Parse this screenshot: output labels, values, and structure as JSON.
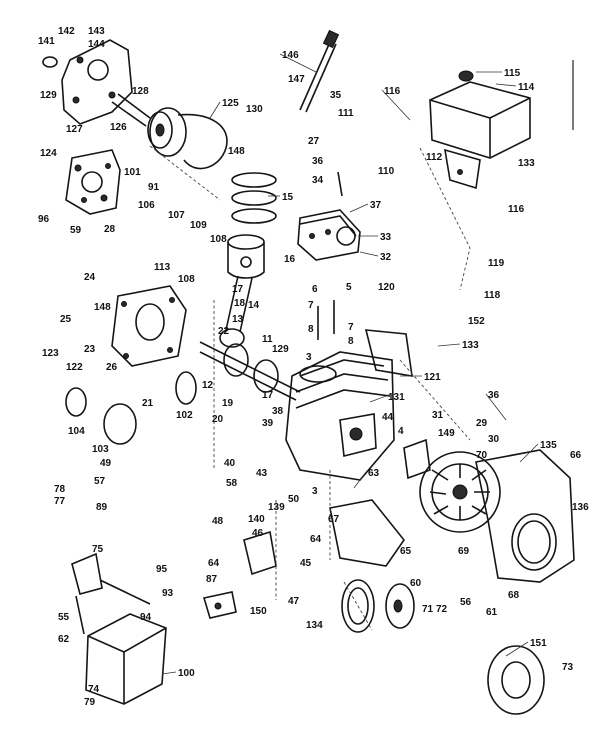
{
  "parts": [
    {
      "id": "141",
      "label": "141"
    },
    {
      "id": "142",
      "label": "142"
    },
    {
      "id": "143",
      "label": "143"
    },
    {
      "id": "144a",
      "label": "144"
    },
    {
      "id": "146",
      "label": "146"
    },
    {
      "id": "147",
      "label": "147"
    },
    {
      "id": "35",
      "label": "35"
    },
    {
      "id": "116a",
      "label": "116"
    },
    {
      "id": "115",
      "label": "115"
    },
    {
      "id": "114",
      "label": "114"
    },
    {
      "id": "129a",
      "label": "129"
    },
    {
      "id": "128",
      "label": "128"
    },
    {
      "id": "125",
      "label": "125"
    },
    {
      "id": "130",
      "label": "130"
    },
    {
      "id": "111",
      "label": "111"
    },
    {
      "id": "127",
      "label": "127"
    },
    {
      "id": "126",
      "label": "126"
    },
    {
      "id": "148a",
      "label": "148"
    },
    {
      "id": "27",
      "label": "27"
    },
    {
      "id": "112",
      "label": "112"
    },
    {
      "id": "133a",
      "label": "133"
    },
    {
      "id": "124",
      "label": "124"
    },
    {
      "id": "101",
      "label": "101"
    },
    {
      "id": "36a",
      "label": "36"
    },
    {
      "id": "110",
      "label": "110"
    },
    {
      "id": "91",
      "label": "91"
    },
    {
      "id": "34",
      "label": "34"
    },
    {
      "id": "15a",
      "label": "15"
    },
    {
      "id": "37",
      "label": "37"
    },
    {
      "id": "96",
      "label": "96"
    },
    {
      "id": "59",
      "label": "59"
    },
    {
      "id": "106",
      "label": "106"
    },
    {
      "id": "116b",
      "label": "116"
    },
    {
      "id": "107",
      "label": "107"
    },
    {
      "id": "109",
      "label": "109"
    },
    {
      "id": "33",
      "label": "33"
    },
    {
      "id": "28",
      "label": "28"
    },
    {
      "id": "108a",
      "label": "108"
    },
    {
      "id": "113",
      "label": "113"
    },
    {
      "id": "32",
      "label": "32"
    },
    {
      "id": "108b",
      "label": "108"
    },
    {
      "id": "16",
      "label": "16"
    },
    {
      "id": "119",
      "label": "119"
    },
    {
      "id": "24",
      "label": "24"
    },
    {
      "id": "17a",
      "label": "17"
    },
    {
      "id": "6",
      "label": "6"
    },
    {
      "id": "5",
      "label": "5"
    },
    {
      "id": "118",
      "label": "118"
    },
    {
      "id": "148b",
      "label": "148"
    },
    {
      "id": "14",
      "label": "14"
    },
    {
      "id": "120",
      "label": "120"
    },
    {
      "id": "25",
      "label": "25"
    },
    {
      "id": "18",
      "label": "18"
    },
    {
      "id": "7a",
      "label": "7"
    },
    {
      "id": "152",
      "label": "152"
    },
    {
      "id": "13",
      "label": "13"
    },
    {
      "id": "23",
      "label": "23"
    },
    {
      "id": "22",
      "label": "22"
    },
    {
      "id": "8a",
      "label": "8"
    },
    {
      "id": "7b",
      "label": "7"
    },
    {
      "id": "11",
      "label": "11"
    },
    {
      "id": "123",
      "label": "123"
    },
    {
      "id": "26",
      "label": "26"
    },
    {
      "id": "129b",
      "label": "129"
    },
    {
      "id": "133b",
      "label": "133"
    },
    {
      "id": "3a",
      "label": "3"
    },
    {
      "id": "8b",
      "label": "8"
    },
    {
      "id": "122",
      "label": "122"
    },
    {
      "id": "121",
      "label": "121"
    },
    {
      "id": "12",
      "label": "12"
    },
    {
      "id": "17b",
      "label": "17"
    },
    {
      "id": "131",
      "label": "131"
    },
    {
      "id": "36b",
      "label": "36"
    },
    {
      "id": "21",
      "label": "21"
    },
    {
      "id": "19",
      "label": "19"
    },
    {
      "id": "102",
      "label": "102"
    },
    {
      "id": "104",
      "label": "104"
    },
    {
      "id": "20",
      "label": "20"
    },
    {
      "id": "38",
      "label": "38"
    },
    {
      "id": "39",
      "label": "39"
    },
    {
      "id": "44",
      "label": "44"
    },
    {
      "id": "31",
      "label": "31"
    },
    {
      "id": "29",
      "label": "29"
    },
    {
      "id": "4",
      "label": "4"
    },
    {
      "id": "149",
      "label": "149"
    },
    {
      "id": "30",
      "label": "30"
    },
    {
      "id": "135",
      "label": "135"
    },
    {
      "id": "103",
      "label": "103"
    },
    {
      "id": "40",
      "label": "40"
    },
    {
      "id": "43",
      "label": "43"
    },
    {
      "id": "70",
      "label": "70"
    },
    {
      "id": "66",
      "label": "66"
    },
    {
      "id": "49",
      "label": "49"
    },
    {
      "id": "63",
      "label": "63"
    },
    {
      "id": "57",
      "label": "57"
    },
    {
      "id": "136",
      "label": "136"
    },
    {
      "id": "58",
      "label": "58"
    },
    {
      "id": "78",
      "label": "78"
    },
    {
      "id": "77",
      "label": "77"
    },
    {
      "id": "89",
      "label": "89"
    },
    {
      "id": "50",
      "label": "50"
    },
    {
      "id": "3b",
      "label": "3"
    },
    {
      "id": "139",
      "label": "139"
    },
    {
      "id": "140",
      "label": "140"
    },
    {
      "id": "67",
      "label": "67"
    },
    {
      "id": "48",
      "label": "48"
    },
    {
      "id": "46",
      "label": "46"
    },
    {
      "id": "64a",
      "label": "64"
    },
    {
      "id": "69",
      "label": "69"
    },
    {
      "id": "64b",
      "label": "64"
    },
    {
      "id": "65",
      "label": "65"
    },
    {
      "id": "45",
      "label": "45"
    },
    {
      "id": "68",
      "label": "68"
    },
    {
      "id": "75",
      "label": "75"
    },
    {
      "id": "95",
      "label": "95"
    },
    {
      "id": "87",
      "label": "87"
    },
    {
      "id": "47",
      "label": "47"
    },
    {
      "id": "60",
      "label": "60"
    },
    {
      "id": "56",
      "label": "56"
    },
    {
      "id": "93",
      "label": "93"
    },
    {
      "id": "150",
      "label": "150"
    },
    {
      "id": "61",
      "label": "61"
    },
    {
      "id": "55",
      "label": "55"
    },
    {
      "id": "94",
      "label": "94"
    },
    {
      "id": "134",
      "label": "134"
    },
    {
      "id": "71",
      "label": "71"
    },
    {
      "id": "72",
      "label": "72"
    },
    {
      "id": "62",
      "label": "62"
    },
    {
      "id": "151",
      "label": "151"
    },
    {
      "id": "100",
      "label": "100"
    },
    {
      "id": "73",
      "label": "73"
    },
    {
      "id": "74",
      "label": "74"
    },
    {
      "id": "79",
      "label": "79"
    }
  ]
}
